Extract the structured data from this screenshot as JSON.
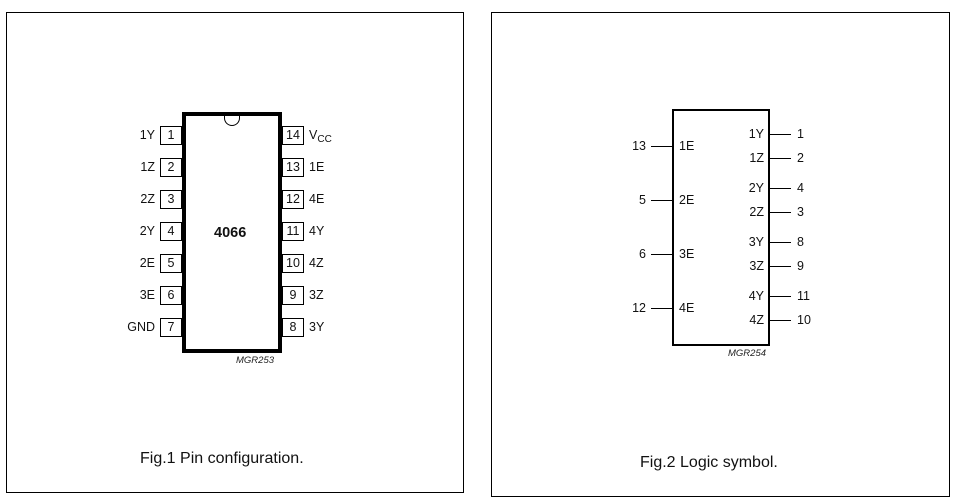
{
  "fig1": {
    "chip_name": "4066",
    "drawing_code": "MGR253",
    "caption": "Fig.1  Pin configuration.",
    "left_pins": [
      {
        "number": "1",
        "label": "1Y"
      },
      {
        "number": "2",
        "label": "1Z"
      },
      {
        "number": "3",
        "label": "2Z"
      },
      {
        "number": "4",
        "label": "2Y"
      },
      {
        "number": "5",
        "label": "2E"
      },
      {
        "number": "6",
        "label": "3E"
      },
      {
        "number": "7",
        "label": "GND"
      }
    ],
    "right_pins": [
      {
        "number": "14",
        "label": "V",
        "sub": "CC"
      },
      {
        "number": "13",
        "label": "1E"
      },
      {
        "number": "12",
        "label": "4E"
      },
      {
        "number": "11",
        "label": "4Y"
      },
      {
        "number": "10",
        "label": "4Z"
      },
      {
        "number": "9",
        "label": "3Z"
      },
      {
        "number": "8",
        "label": "3Y"
      }
    ]
  },
  "fig2": {
    "drawing_code": "MGR254",
    "caption": "Fig.2  Logic symbol.",
    "inputs": [
      {
        "number": "13",
        "label": "1E"
      },
      {
        "number": "5",
        "label": "2E"
      },
      {
        "number": "6",
        "label": "3E"
      },
      {
        "number": "12",
        "label": "4E"
      }
    ],
    "outputs": [
      {
        "label": "1Y",
        "number": "1"
      },
      {
        "label": "1Z",
        "number": "2"
      },
      {
        "label": "2Y",
        "number": "4"
      },
      {
        "label": "2Z",
        "number": "3"
      },
      {
        "label": "3Y",
        "number": "8"
      },
      {
        "label": "3Z",
        "number": "9"
      },
      {
        "label": "4Y",
        "number": "11"
      },
      {
        "label": "4Z",
        "number": "10"
      }
    ]
  }
}
